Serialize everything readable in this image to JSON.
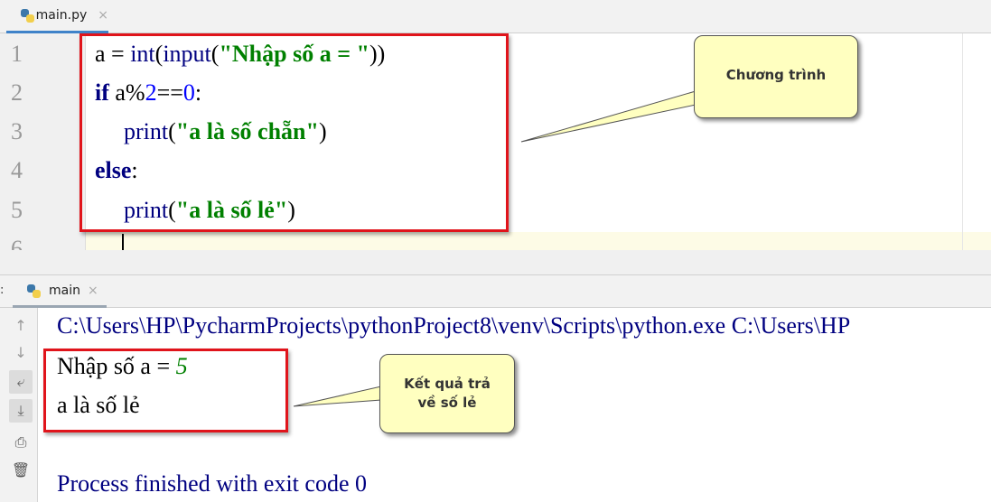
{
  "editor_tab": {
    "label": "main.py",
    "close": "×"
  },
  "editor": {
    "line_numbers": [
      "1",
      "2",
      "3",
      "4",
      "5",
      "6"
    ],
    "lines": [
      {
        "a": "a = ",
        "b": "int",
        "c": "(",
        "d": "input",
        "e": "(",
        "s": "\"Nhập số a = \"",
        "f": "))"
      },
      {
        "kw": "if",
        "t1": " a%",
        "n1": "2",
        "t2": "==",
        "n2": "0",
        "t3": ":"
      },
      {
        "fn": "print",
        "t1": "(",
        "s": "\"a là số chẵn\"",
        "t2": ")"
      },
      {
        "kw": "else",
        "t1": ":"
      },
      {
        "fn": "print",
        "t1": "(",
        "s": "\"a là số lẻ\"",
        "t2": ")"
      }
    ]
  },
  "run_panel": {
    "label_fragment": ":",
    "tab": {
      "label": "main",
      "close": "×"
    },
    "toolbar_icons": [
      "arrow-up-icon",
      "arrow-down-icon",
      "soft-wrap-icon",
      "scroll-to-end-icon",
      "print-icon",
      "trash-icon"
    ],
    "output": {
      "command": "C:\\Users\\HP\\PycharmProjects\\pythonProject8\\venv\\Scripts\\python.exe C:\\Users\\HP",
      "prompt": "Nhập số a = ",
      "input_value": "5",
      "result": "a là số lẻ",
      "finish": "Process finished with exit code 0"
    }
  },
  "annotations": {
    "program_callout": "Chương trình",
    "result_callout_line1": "Kết quả trả",
    "result_callout_line2": "về số lẻ"
  }
}
